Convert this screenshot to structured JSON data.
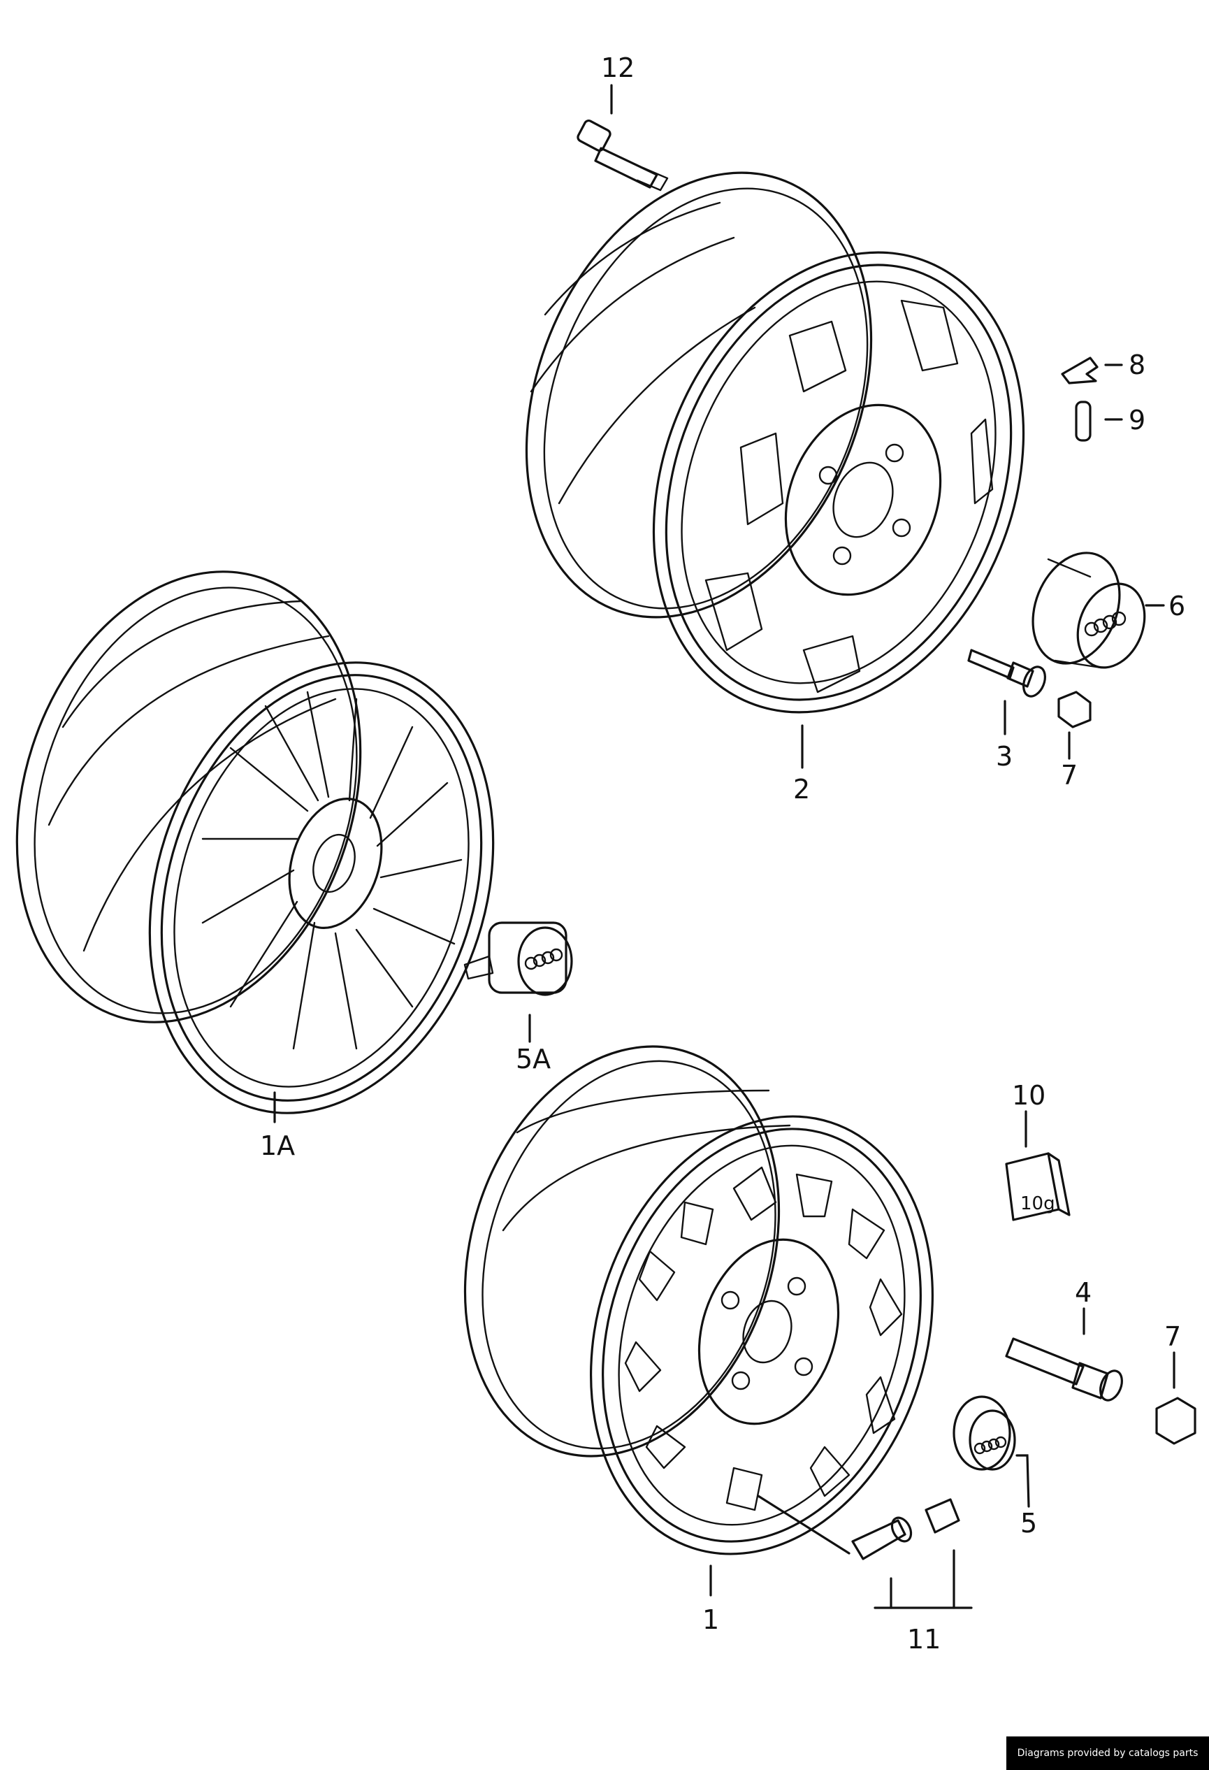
{
  "callouts": {
    "p12": "12",
    "p8": "8",
    "p9": "9",
    "p6": "6",
    "p3": "3",
    "p7a": "7",
    "p2": "2",
    "p5a": "5A",
    "p1a": "1A",
    "p10": "10",
    "p4": "4",
    "p7b": "7",
    "p5": "5",
    "p1": "1",
    "p11": "11"
  },
  "balance_weight_text": "10g",
  "footer": "Diagrams provided by catalogs parts",
  "colors": {
    "line": "#111111",
    "background": "#ffffff",
    "footer_bg": "#000000",
    "footer_text": "#ffffff"
  },
  "icons": {
    "hub_cap_logo": "four-rings-logo"
  }
}
